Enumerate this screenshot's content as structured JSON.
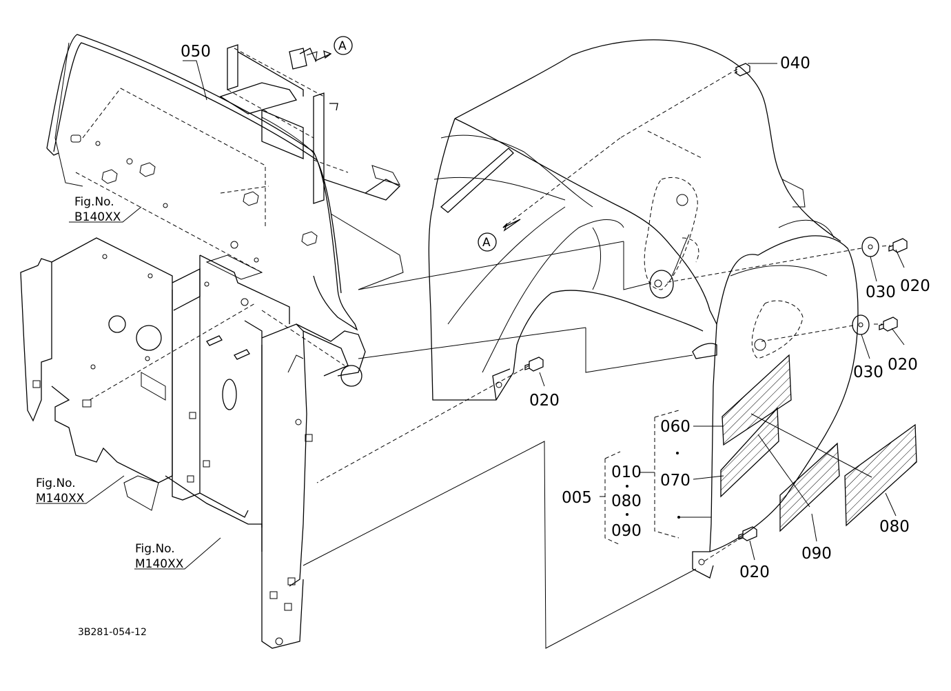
{
  "labels": {
    "p050": "050",
    "p040": "040",
    "p020a": "020",
    "p020b": "020",
    "p020c": "020",
    "p020d": "020",
    "p030a": "030",
    "p030b": "030",
    "p060": "060",
    "p070": "070",
    "p080a": "080",
    "p080b": "080",
    "p090a": "090",
    "p090b": "090",
    "p010": "010",
    "p005": "005",
    "refA1": "A",
    "refA2": "A"
  },
  "figrefs": {
    "b140_label": "Fig.No.",
    "b140_code": "B140XX",
    "m140a_label": "Fig.No.",
    "m140a_code": "M140XX",
    "m140b_label": "Fig.No.",
    "m140b_code": "M140XX"
  },
  "drawing_code": "3B281-054-12"
}
